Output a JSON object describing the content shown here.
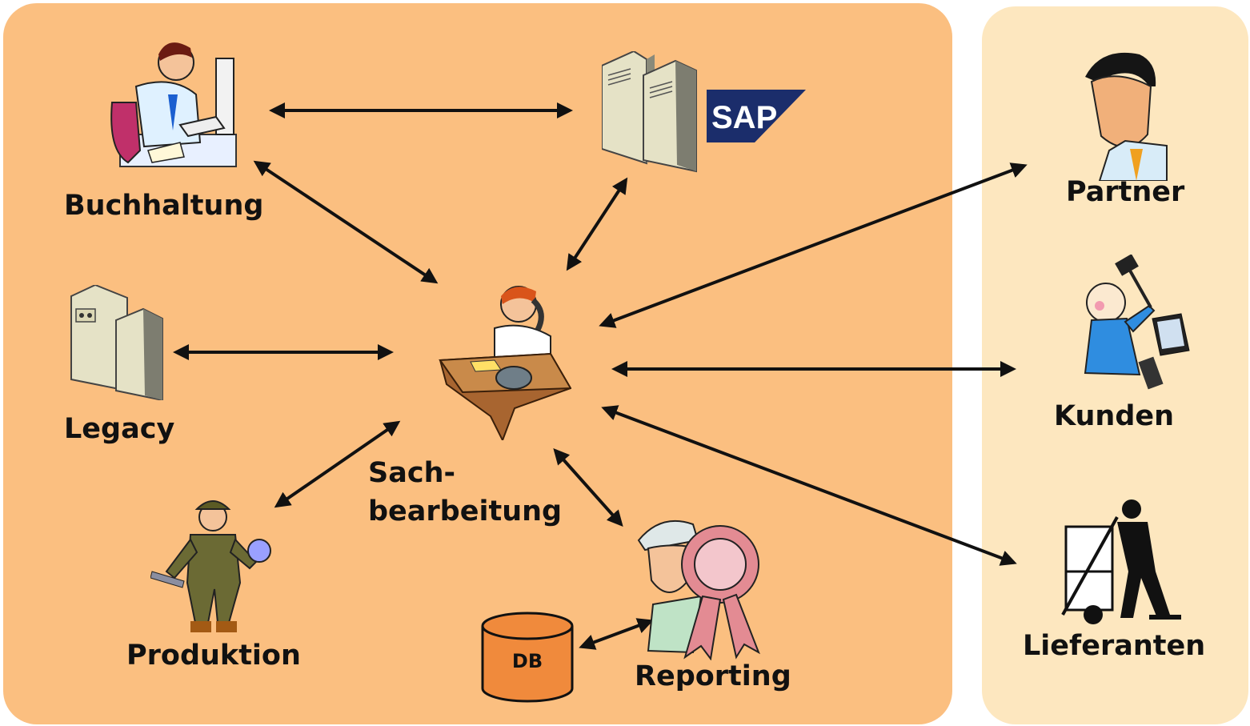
{
  "internal_nodes": {
    "buchhaltung": "Buchhaltung",
    "legacy": "Legacy",
    "produktion": "Produktion",
    "sachbearbeitung_line1": "Sach-",
    "sachbearbeitung_line2": "bearbeitung",
    "reporting": "Reporting",
    "db": "DB",
    "sap_logo_text": "SAP"
  },
  "external_nodes": {
    "partner": "Partner",
    "kunden": "Kunden",
    "lieferanten": "Lieferanten"
  },
  "colors": {
    "internal_panel": "#fbbf80",
    "external_panel": "#fde7bf",
    "db_fill": "#f08a3c",
    "arrow": "#111111",
    "sap_blue": "#1b2d6b"
  },
  "icons": [
    "accountant-icon",
    "server-sap-icon",
    "legacy-server-icon",
    "clerk-phone-desk-icon",
    "worker-tools-icon",
    "award-person-icon",
    "database-icon",
    "partner-man-icon",
    "angry-customer-computer-icon",
    "delivery-man-handtruck-icon"
  ]
}
